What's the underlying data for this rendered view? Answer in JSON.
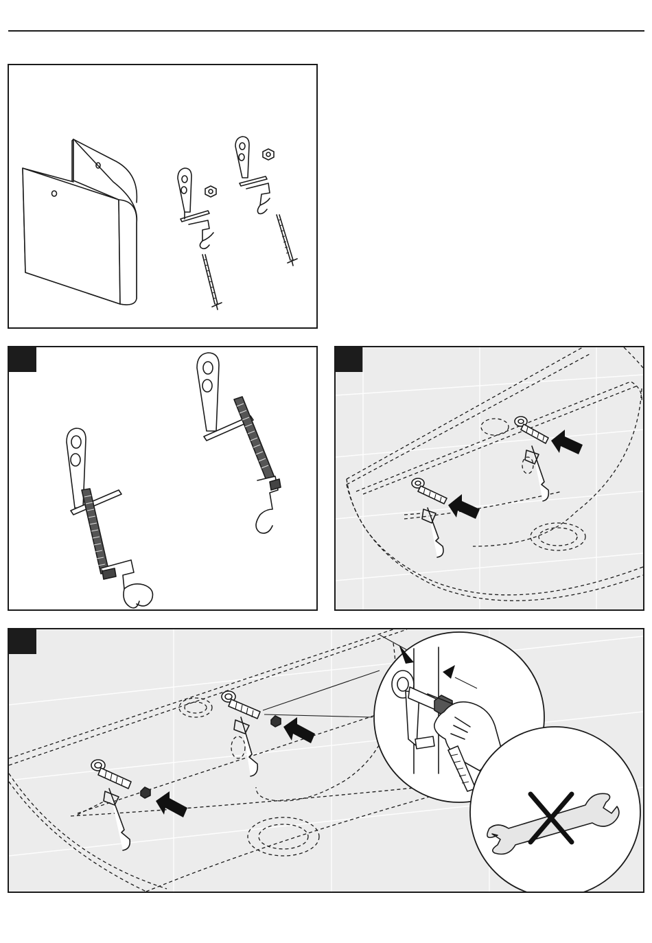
{
  "document": {
    "panels": [
      {
        "id": "parts",
        "step_marker": ""
      },
      {
        "id": "step-a",
        "step_marker": ""
      },
      {
        "id": "step-b",
        "step_marker": ""
      },
      {
        "id": "step-c",
        "step_marker": ""
      }
    ],
    "icons": {
      "pedestal": "half-pedestal-illustration",
      "bracket": "mounting-bracket-illustration",
      "bolt": "threaded-bolt-illustration",
      "nut": "hex-nut-illustration",
      "arrow": "push-arrow-icon",
      "wrench": "wrench-not-allowed-icon"
    },
    "colors": {
      "ink": "#1a1a1a",
      "panel_background": "#ececec",
      "marker": "#1c1c1c"
    }
  }
}
